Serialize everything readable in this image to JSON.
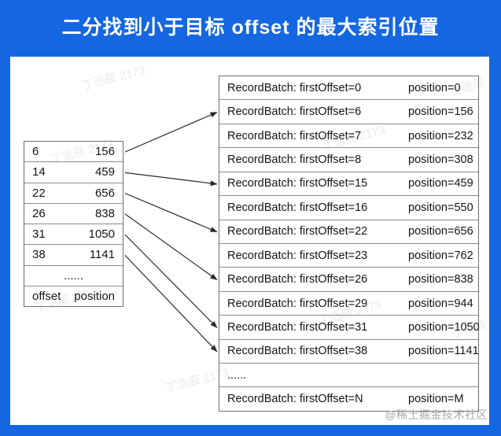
{
  "title": "二分找到小于目标 offset 的最大索引位置",
  "credit": "@稀土掘金技术社区",
  "watermark_text": "丁浩辰 2173",
  "colors": {
    "frame_blue": "#1467E0",
    "table_border": "#6f6f6f",
    "arrow": "#2a2a2a",
    "text": "#141414"
  },
  "left_table": {
    "rows": [
      {
        "offset": "6",
        "position": "156"
      },
      {
        "offset": "14",
        "position": "459"
      },
      {
        "offset": "22",
        "position": "656"
      },
      {
        "offset": "26",
        "position": "838"
      },
      {
        "offset": "31",
        "position": "1050"
      },
      {
        "offset": "38",
        "position": "1141"
      },
      {
        "offset": "......",
        "position": ""
      },
      {
        "offset": "offset",
        "position": "position"
      }
    ]
  },
  "right_table": {
    "rows": [
      {
        "label": "RecordBatch: firstOffset=0",
        "position": "position=0"
      },
      {
        "label": "RecordBatch: firstOffset=6",
        "position": "position=156"
      },
      {
        "label": "RecordBatch: firstOffset=7",
        "position": "position=232"
      },
      {
        "label": "RecordBatch: firstOffset=8",
        "position": "position=308"
      },
      {
        "label": "RecordBatch: firstOffset=15",
        "position": "position=459"
      },
      {
        "label": "RecordBatch: firstOffset=16",
        "position": "position=550"
      },
      {
        "label": "RecordBatch: firstOffset=22",
        "position": "position=656"
      },
      {
        "label": "RecordBatch: firstOffset=23",
        "position": "position=762"
      },
      {
        "label": "RecordBatch: firstOffset=26",
        "position": "position=838"
      },
      {
        "label": "RecordBatch: firstOffset=29",
        "position": "position=944"
      },
      {
        "label": "RecordBatch: firstOffset=31",
        "position": "position=1050"
      },
      {
        "label": "RecordBatch: firstOffset=38",
        "position": "position=1141"
      },
      {
        "label": "......",
        "position": ""
      },
      {
        "label": "RecordBatch: firstOffset=N",
        "position": "position=M"
      }
    ]
  },
  "arrows": [
    {
      "from": 0,
      "to": 1
    },
    {
      "from": 1,
      "to": 4
    },
    {
      "from": 2,
      "to": 6
    },
    {
      "from": 3,
      "to": 8
    },
    {
      "from": 4,
      "to": 10
    },
    {
      "from": 5,
      "to": 11
    }
  ]
}
